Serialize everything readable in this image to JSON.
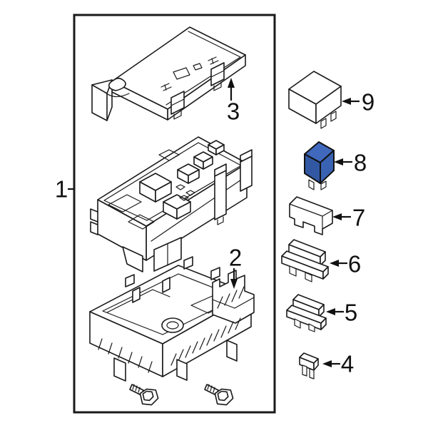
{
  "colors": {
    "background": "#ffffff",
    "line": "#1a1a1a",
    "highlight_top": "#4068bc",
    "highlight_right": "#3a62b2",
    "highlight_left": "#3258a4"
  },
  "callouts": {
    "c1": "1",
    "c2": "2",
    "c3": "3",
    "c4": "4",
    "c5": "5",
    "c6": "6",
    "c7": "7",
    "c8": "8",
    "c9": "9"
  }
}
